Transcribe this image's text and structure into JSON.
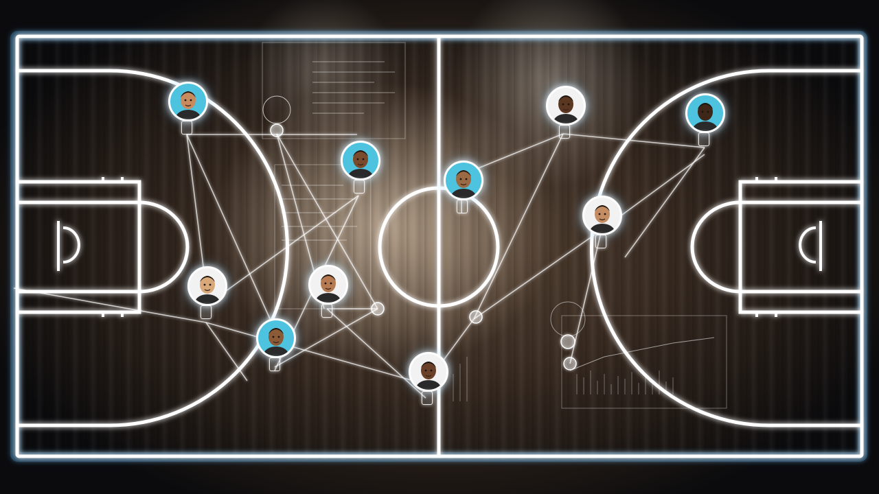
{
  "scene": {
    "palette": {
      "court_line": "#ffffff",
      "glow": "#4fb6ff",
      "floor_dark": "#1a1512",
      "floor_light": "#5a4636",
      "chip_teal": "#4ec3e0",
      "chip_white": "#f2f2f2"
    }
  },
  "players": [
    {
      "id": "p1",
      "icon": "player-avatar-icon",
      "chip_color": "#4ec3e0",
      "skin": "#c98a5e"
    },
    {
      "id": "p2",
      "icon": "player-avatar-icon",
      "chip_color": "#4ec3e0",
      "skin": "#7a4a2c"
    },
    {
      "id": "p3",
      "icon": "player-avatar-icon",
      "chip_color": "#f2f2f2",
      "skin": "#d9a87a"
    },
    {
      "id": "p4",
      "icon": "player-avatar-icon",
      "chip_color": "#f2f2f2",
      "skin": "#b57a52"
    },
    {
      "id": "p5",
      "icon": "player-avatar-icon",
      "chip_color": "#4ec3e0",
      "skin": "#8b5a36"
    },
    {
      "id": "p6",
      "icon": "player-avatar-icon",
      "chip_color": "#f2f2f2",
      "skin": "#6b4028"
    },
    {
      "id": "p7",
      "icon": "player-avatar-icon",
      "chip_color": "#4ec3e0",
      "skin": "#9a6a44"
    },
    {
      "id": "p8",
      "icon": "player-avatar-icon",
      "chip_color": "#f2f2f2",
      "skin": "#5b3722"
    },
    {
      "id": "p9",
      "icon": "player-avatar-icon",
      "chip_color": "#f2f2f2",
      "skin": "#c48c62"
    },
    {
      "id": "p10",
      "icon": "player-avatar-icon",
      "chip_color": "#4ec3e0",
      "skin": "#3e2618"
    }
  ]
}
